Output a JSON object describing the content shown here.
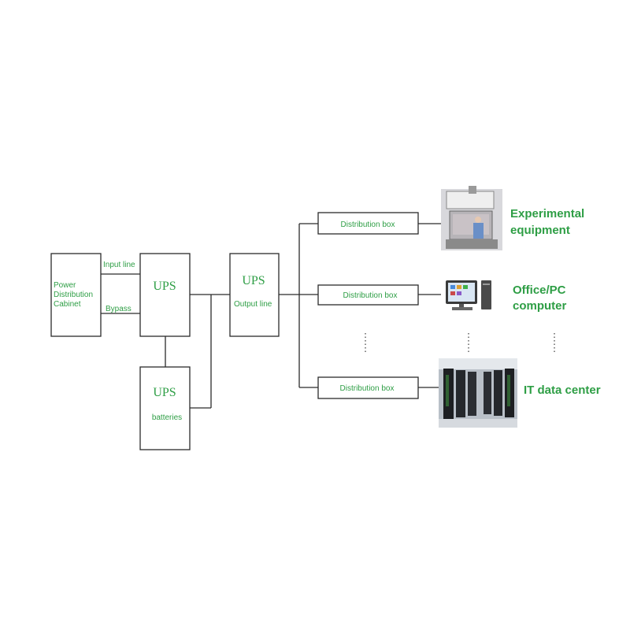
{
  "colors": {
    "label_green": "#2e9e45",
    "line": "#2b2b2b"
  },
  "blocks": {
    "pdc": [
      "Power",
      "Distribution",
      "Cabinet"
    ],
    "input_line": "Input line",
    "bypass": "Bypass",
    "ups_main": "UPS",
    "ups_output": "UPS",
    "output_line": "Output line",
    "ups_batt": "UPS",
    "batteries": "batteries"
  },
  "branches": [
    {
      "box_label": "Distribution box",
      "load_label": [
        "Experimental",
        "equipment"
      ],
      "load_image": "lab-equipment-photo"
    },
    {
      "box_label": "Distribution box",
      "load_label": [
        "Office/PC",
        "computer"
      ],
      "load_image": "desktop-computer-photo"
    },
    {
      "box_label": "Distribution box",
      "load_label": [
        "IT data center"
      ],
      "load_image": "server-room-photo"
    }
  ]
}
